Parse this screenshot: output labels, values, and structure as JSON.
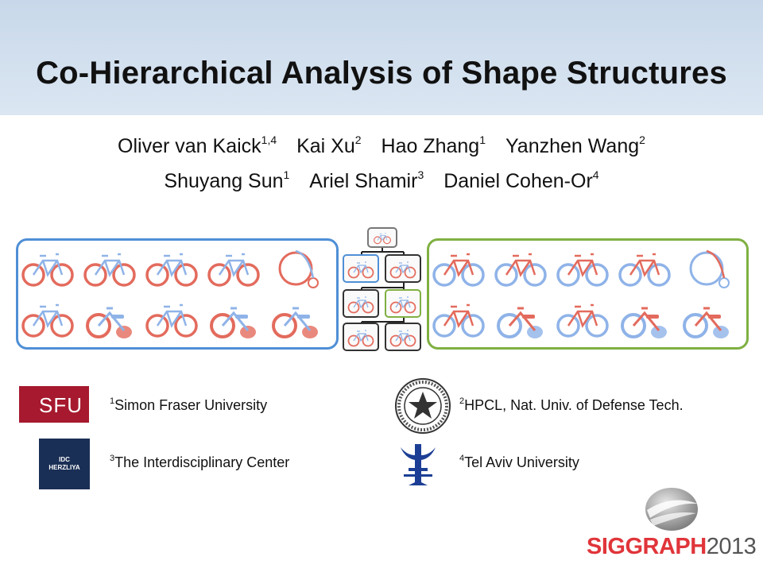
{
  "title": "Co-Hierarchical Analysis of Shape Structures",
  "authors_line1": [
    {
      "name": "Oliver van Kaick",
      "sup": "1,4"
    },
    {
      "name": "Kai Xu",
      "sup": "2"
    },
    {
      "name": "Hao Zhang",
      "sup": "1"
    },
    {
      "name": "Yanzhen Wang",
      "sup": "2"
    }
  ],
  "authors_line2": [
    {
      "name": "Shuyang Sun",
      "sup": "1"
    },
    {
      "name": "Ariel Shamir",
      "sup": "3"
    },
    {
      "name": "Daniel Cohen-Or",
      "sup": "4"
    }
  ],
  "affiliations": [
    {
      "sup": "1",
      "name": "Simon Fraser University"
    },
    {
      "sup": "2",
      "name": "HPCL, Nat. Univ. of Defense Tech."
    },
    {
      "sup": "3",
      "name": "The Interdisciplinary Center"
    },
    {
      "sup": "4",
      "name": "Tel Aviv University"
    }
  ],
  "logos": {
    "sfu": "SFU",
    "idc_line1": "IDC",
    "idc_line2": "HERZLIYA"
  },
  "conference": {
    "name": "SIGGRAPH",
    "year": "2013"
  },
  "colors": {
    "title_band": "#d3e0ee",
    "group_left": "#4f8fd6",
    "group_right": "#7fb042",
    "part_red": "#e36b5d",
    "part_blue": "#8fb3e8",
    "sfu_red": "#a6192e",
    "siggraph_red": "#e0353a"
  },
  "figure": {
    "left_group": [
      "bicycle",
      "bicycle",
      "bicycle",
      "bicycle",
      "penny-farthing",
      "bicycle",
      "tricycle",
      "bicycle",
      "tricycle",
      "tricycle"
    ],
    "right_group": [
      "bicycle",
      "bicycle",
      "bicycle",
      "bicycle",
      "penny-farthing",
      "bicycle",
      "tricycle",
      "bicycle",
      "tricycle",
      "tricycle"
    ]
  }
}
